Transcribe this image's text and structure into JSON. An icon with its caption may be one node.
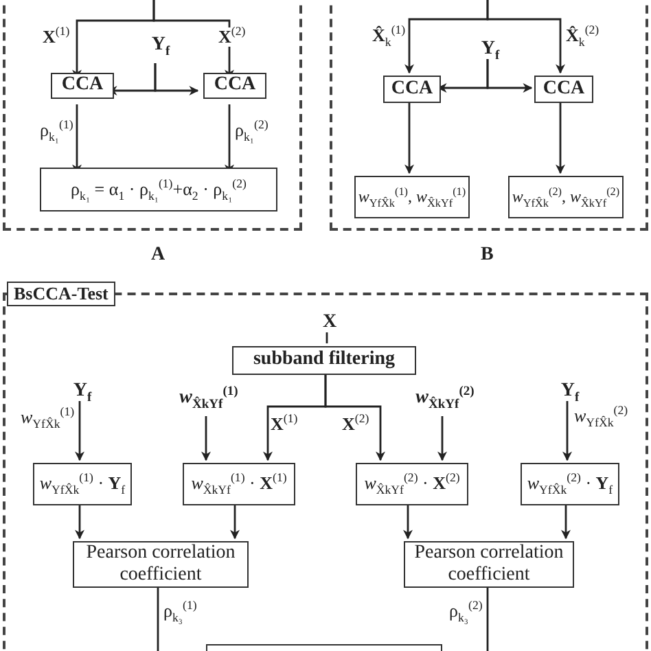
{
  "diagram": {
    "nodes": [
      {
        "text": [],
        "shape": "box",
        "beside": [
          "A"
        ]
      },
      {
        "text": [
          "CCA"
        ],
        "in": 0
      },
      {
        "text": [
          "**Y**$_{f}$"
        ],
        "in": 0
      },
      {
        "text": [
          "CCA"
        ],
        "in": 0
      },
      {
        "text": [
          "ρ$_{k₁}$ = α$_{1}$ · ρ$_{k₁}$$^{(1)}$+α$_{2}$ · ρ$_{k₁}$$^{(2)}$"
        ],
        "in": 0
      },
      {
        "text": [],
        "shape": "box",
        "beside": [
          "B"
        ]
      },
      {
        "text": [
          "CCA"
        ],
        "in": 5
      },
      {
        "text": [
          "**Y**$_{f}$"
        ],
        "in": 5
      },
      {
        "text": [
          "CCA"
        ],
        "in": 5
      },
      {
        "text": [
          "*w*$_{YfX̂k}$$^{(1)}$, *w*$_{X̂kYf}$$^{(1)}$"
        ],
        "in": 5
      },
      {
        "text": [
          "*w*$_{YfX̂k}$$^{(2)}$, *w*$_{X̂kYf}$$^{(2)}$"
        ],
        "in": 5
      },
      {
        "text": [
          "BsCCA-Test"
        ]
      },
      {
        "text": [
          "X"
        ],
        "in": 11
      },
      {
        "text": [
          "subband filtering"
        ],
        "in": 11
      },
      {
        "text": [
          "**Y**$_{f}$"
        ],
        "in": 11
      },
      {
        "text": [
          "*w*$_{X̂kYf}$$^{(1)}$"
        ],
        "in": 11
      },
      {
        "text": [
          "*w*$_{X̂kYf}$$^{(2)}$"
        ],
        "in": 11
      },
      {
        "text": [
          "**Y**$_{f}$"
        ],
        "in": 11
      },
      {
        "text": [
          "*w*$_{YfX̂k}$$^{(1)}$ · **Y**$_{f}$"
        ],
        "in": 11
      },
      {
        "text": [
          "*w*$_{X̂kYf}$$^{(1)}$ · **X**$^{(1)}$"
        ],
        "in": 11
      },
      {
        "text": [
          "*w*$_{X̂kYf}$$^{(2)}$ · **X**$^{(2)}$"
        ],
        "in": 11
      },
      {
        "text": [
          "*w*$_{YfX̂k}$$^{(2)}$ · **Y**$_{f}$"
        ],
        "in": 11
      },
      {
        "text": [
          "Pearson correlation coefficient"
        ],
        "in": 11
      },
      {
        "text": [
          "Pearson correlation coefficient"
        ],
        "in": 11
      },
      {
        "text": [],
        "shape": "box",
        "in": 11
      }
    ],
    "edges": [
      {
        "from": null,
        "to": 1,
        "arrow": "to",
        "label": "**X**$^{(1)}$"
      },
      {
        "from": null,
        "to": 3,
        "arrow": "to",
        "label": "**X**$^{(2)}$"
      },
      {
        "from": 2,
        "to": 1,
        "arrow": "to"
      },
      {
        "from": 2,
        "to": 3,
        "arrow": "to"
      },
      {
        "from": 1,
        "to": 4,
        "arrow": "to",
        "label": "ρ$_{k₁}$$^{(1)}$"
      },
      {
        "from": 3,
        "to": 4,
        "arrow": "to",
        "label": "ρ$_{k₁}$$^{(2)}$"
      },
      {
        "from": null,
        "to": 6,
        "arrow": "to",
        "label": "**X̂**$_{k}$$^{(1)}$"
      },
      {
        "from": null,
        "to": 8,
        "arrow": "to",
        "label": "**X̂**$_{k}$$^{(2)}$"
      },
      {
        "from": 7,
        "to": 6,
        "arrow": "to"
      },
      {
        "from": 7,
        "to": 8,
        "arrow": "to"
      },
      {
        "from": 6,
        "to": 9,
        "arrow": "to"
      },
      {
        "from": 8,
        "to": 10,
        "arrow": "to"
      },
      {
        "from": 12,
        "to": 13,
        "arrow": "none"
      },
      {
        "from": 13,
        "to": 19,
        "arrow": "to",
        "label": "**X**$^{(1)}$"
      },
      {
        "from": 13,
        "to": 20,
        "arrow": "to",
        "label": "**X**$^{(2)}$"
      },
      {
        "from": 14,
        "to": 18,
        "arrow": "to",
        "label": "*w*$_{YfX̂k}$$^{(1)}$"
      },
      {
        "from": 15,
        "to": 19,
        "arrow": "to"
      },
      {
        "from": 16,
        "to": 20,
        "arrow": "to"
      },
      {
        "from": 17,
        "to": 21,
        "arrow": "to",
        "label": "*w*$_{YfX̂k}$$^{(2)}$"
      },
      {
        "from": 18,
        "to": 22,
        "arrow": "to"
      },
      {
        "from": 19,
        "to": 22,
        "arrow": "to"
      },
      {
        "from": 20,
        "to": 23,
        "arrow": "to"
      },
      {
        "from": 21,
        "to": 23,
        "arrow": "to"
      },
      {
        "from": 22,
        "to": null,
        "arrow": "none",
        "label": "ρ$_{k₃}$$^{(1)}$"
      },
      {
        "from": 23,
        "to": null,
        "arrow": "none",
        "label": "ρ$_{k₃}$$^{(2)}$"
      }
    ]
  }
}
